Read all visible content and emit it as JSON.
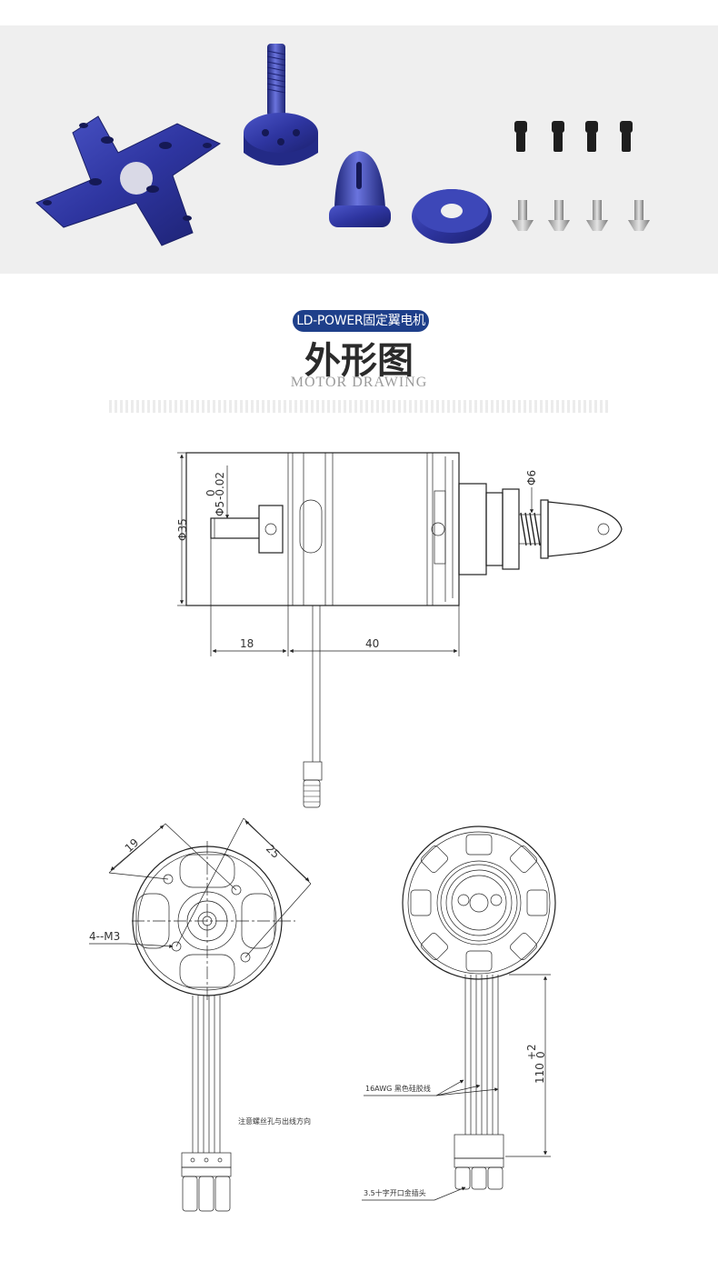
{
  "header": {
    "badge": "LD-POWER固定翼电机",
    "title": "外形图",
    "subtitle": "MOTOR DRAWING"
  },
  "photo": {
    "parts": [
      "x-mount",
      "prop-adapter-shaft",
      "spinner-nut",
      "washer",
      "black-bolts",
      "countersunk-screws"
    ],
    "colors": {
      "anodized_blue": "#2e35a0",
      "background": "#efefef"
    }
  },
  "drawing": {
    "side_view": {
      "diameter_label": "Φ35",
      "shaft_label": "Φ5",
      "shaft_tol_upper": "0",
      "shaft_tol_lower": "-0.02",
      "prop_shaft_label": "Φ6",
      "length_front": "18",
      "length_body": "40"
    },
    "front_view": {
      "dim_a": "19",
      "dim_b": "25",
      "holes": "4--M3",
      "note": "注意螺丝孔与出线方向"
    },
    "rear_view": {
      "wire_note": "16AWG 黑色硅胶线",
      "plug_note": "3.5十字开口金插头",
      "lead_length": "110",
      "lead_tol_upper": "+2",
      "lead_tol_lower": "0"
    }
  }
}
